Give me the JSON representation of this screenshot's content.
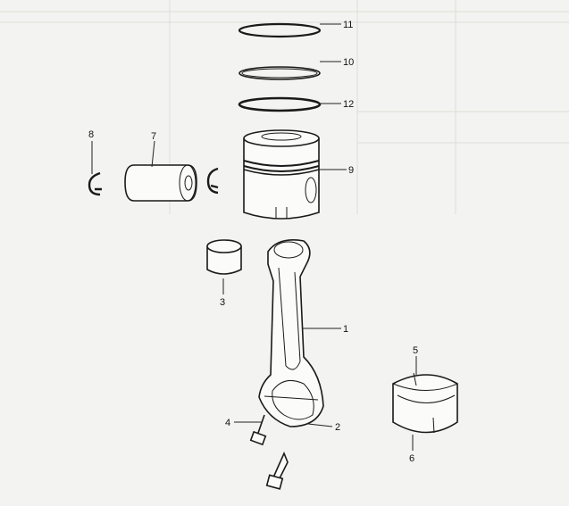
{
  "diagram": {
    "type": "exploded-parts-diagram",
    "callouts": [
      {
        "id": "11",
        "part": "ring-top"
      },
      {
        "id": "10",
        "part": "ring-middle"
      },
      {
        "id": "12",
        "part": "ring-oil"
      },
      {
        "id": "9",
        "part": "piston"
      },
      {
        "id": "8",
        "part": "circlip"
      },
      {
        "id": "7",
        "part": "piston-pin"
      },
      {
        "id": "3",
        "part": "small-end-bushing"
      },
      {
        "id": "1",
        "part": "connecting-rod"
      },
      {
        "id": "4",
        "part": "rod-bolt"
      },
      {
        "id": "2",
        "part": "rod-cap"
      },
      {
        "id": "5",
        "part": "bearing-shell-upper"
      },
      {
        "id": "6",
        "part": "bearing-shell-lower"
      }
    ]
  }
}
